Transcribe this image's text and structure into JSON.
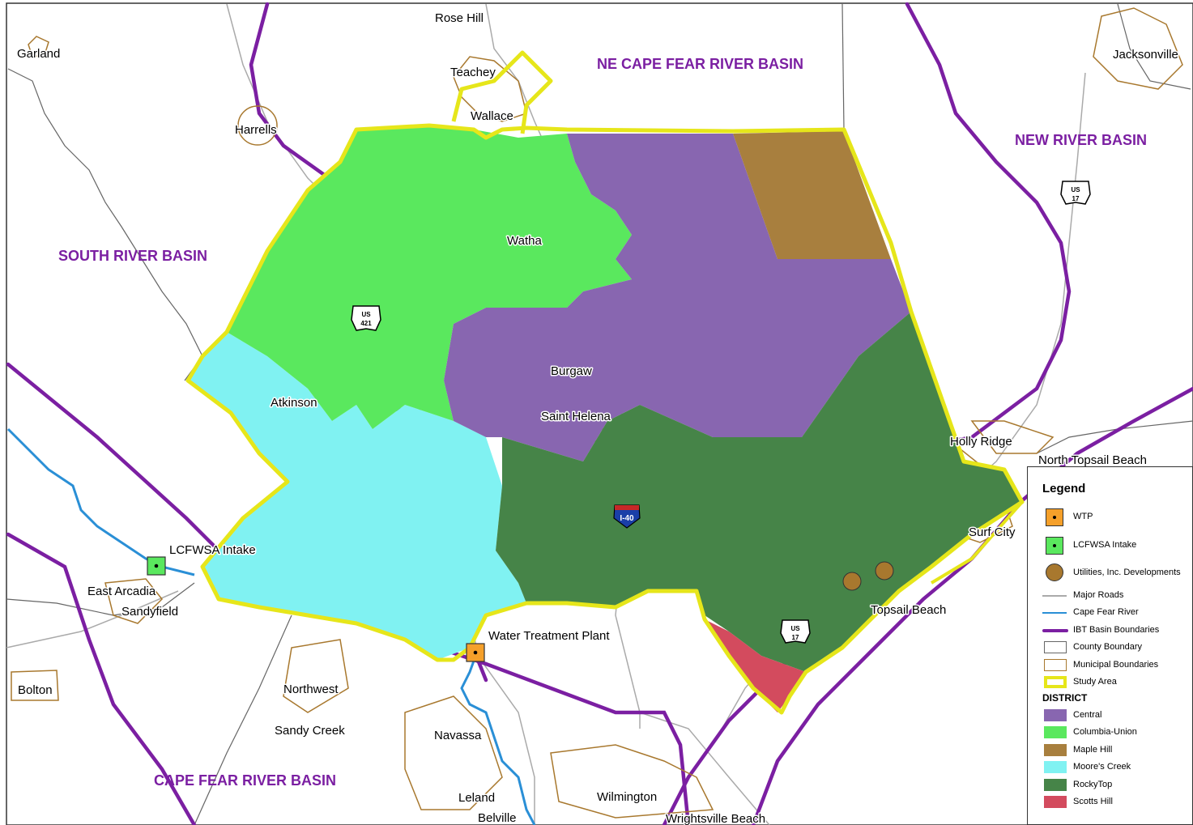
{
  "basins": {
    "ne_cape_fear": "NE CAPE FEAR RIVER BASIN",
    "new_river": "NEW RIVER BASIN",
    "south_river": "SOUTH RIVER BASIN",
    "cape_fear": "CAPE FEAR RIVER BASIN"
  },
  "places": {
    "rose_hill": "Rose Hill",
    "garland": "Garland",
    "teachey": "Teachey",
    "wallace": "Wallace",
    "harrells": "Harrells",
    "jacksonville": "Jacksonville",
    "watha": "Watha",
    "burgaw": "Burgaw",
    "saint_helena": "Saint Helena",
    "atkinson": "Atkinson",
    "holly_ridge": "Holly Ridge",
    "north_topsail": "North Topsail Beach",
    "surf_city": "Surf City",
    "lcfwsa_intake": "LCFWSA Intake",
    "east_arcadia": "East Arcadia",
    "sandyfield": "Sandyfield",
    "topsail_beach": "Topsail Beach",
    "wtp": "Water Treatment Plant",
    "bolton": "Bolton",
    "northwest": "Northwest",
    "sandy_creek": "Sandy Creek",
    "navassa": "Navassa",
    "leland": "Leland",
    "belville": "Belville",
    "wilmington": "Wilmington",
    "wrightsville": "Wrightsville Beach"
  },
  "shields": {
    "us421_top": "US",
    "us421_bottom": "421",
    "us17a_top": "US",
    "us17a_bottom": "17",
    "us17b_top": "US",
    "us17b_bottom": "17",
    "i40": "I-40"
  },
  "legend": {
    "title": "Legend",
    "wtp": "WTP",
    "intake": "LCFWSA Intake",
    "utilities": "Utilities, Inc. Developments",
    "major_roads": "Major Roads",
    "river": "Cape Fear River",
    "ibt": "IBT Basin Boundaries",
    "county": "County Boundary",
    "municipal": "Municipal Boundaries",
    "study_area": "Study Area",
    "district_heading": "DISTRICT",
    "districts": [
      {
        "name": "Central",
        "color": "#8866b0"
      },
      {
        "name": "Columbia-Union",
        "color": "#5ae85e"
      },
      {
        "name": "Maple Hill",
        "color": "#a87f3e"
      },
      {
        "name": "Moore's Creek",
        "color": "#80f2f2"
      },
      {
        "name": "RockyTop",
        "color": "#468448"
      },
      {
        "name": "Scotts Hill",
        "color": "#d34b5e"
      }
    ]
  },
  "colors": {
    "study_area": "#e6e61a",
    "basin_boundary": "#7b1fa2",
    "river": "#2a8fd6",
    "municipal": "#a8782e",
    "wtp": "#f5a02a",
    "intake": "#5ae85e",
    "utilities": "#a8782e"
  }
}
